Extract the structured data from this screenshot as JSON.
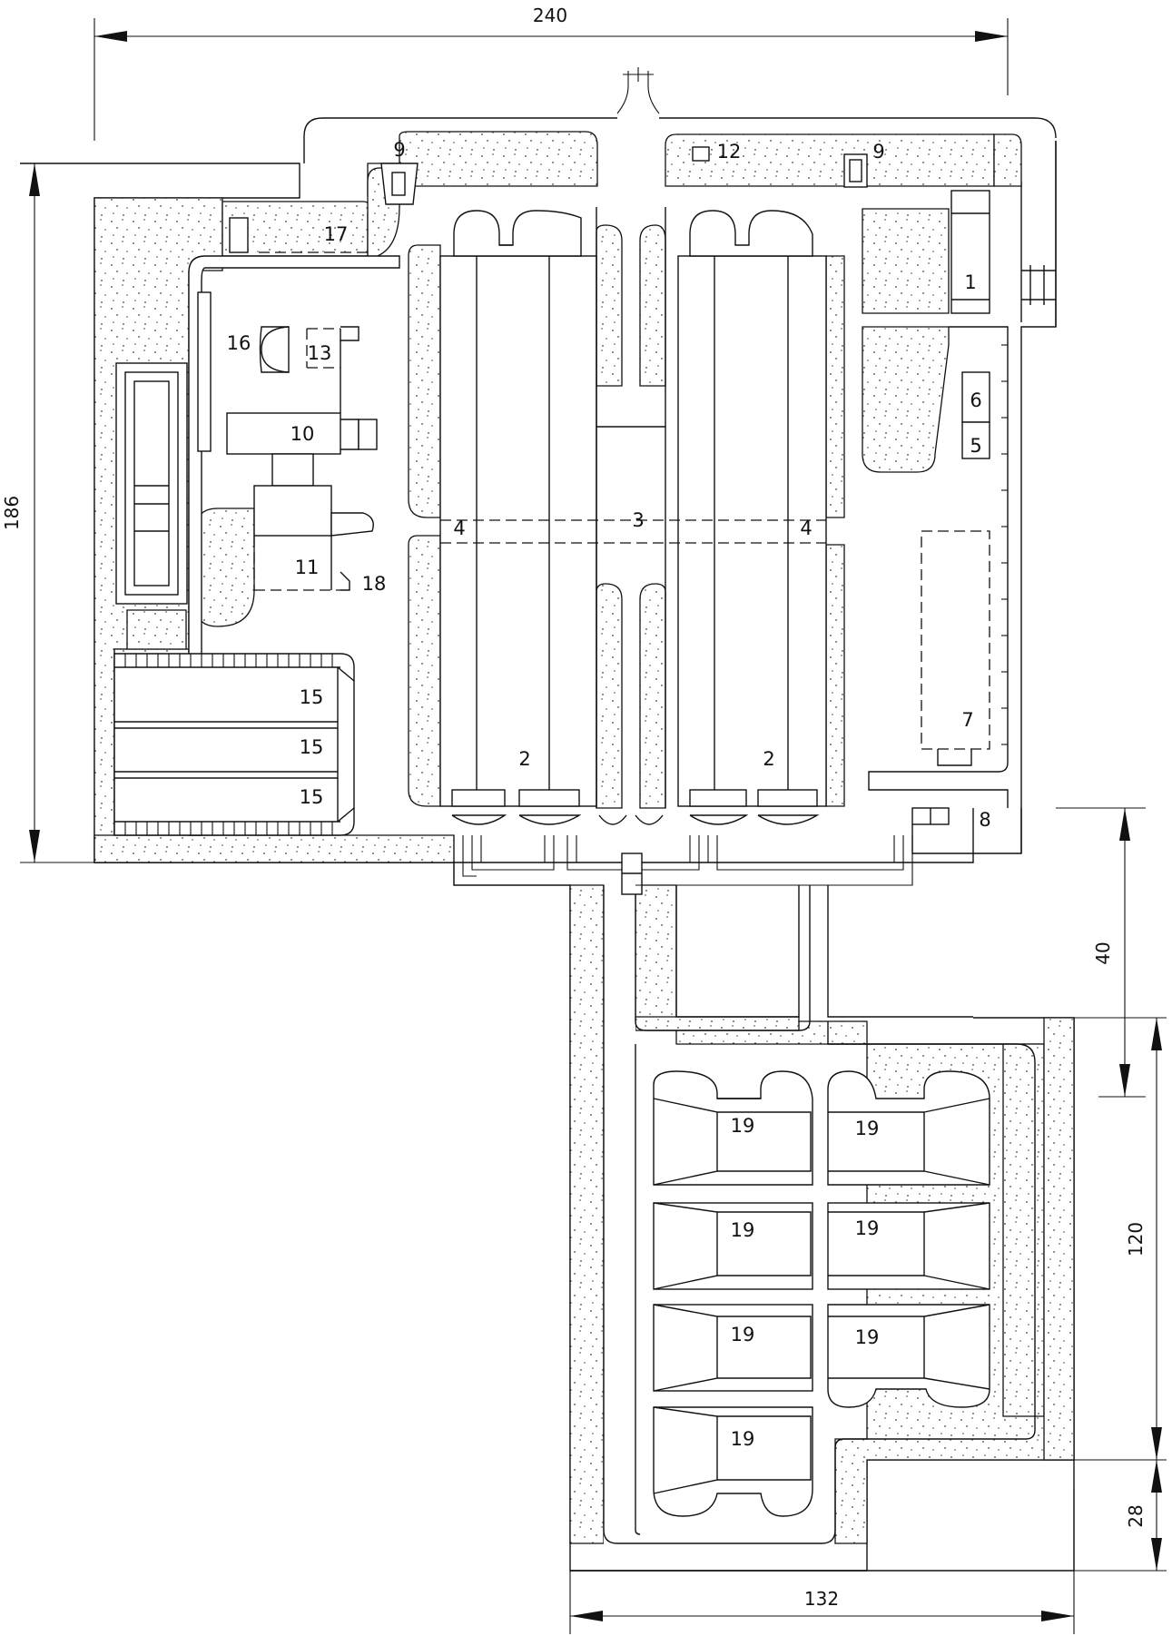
{
  "dimensions": {
    "top_width": "240",
    "left_height": "186",
    "right_upper": "40",
    "right_middle": "120",
    "right_lower": "28",
    "bottom_width": "132"
  },
  "labels": {
    "n1": "1",
    "n2": "2",
    "n3": "3",
    "n4": "4",
    "n5": "5",
    "n6": "6",
    "n7": "7",
    "n8": "8",
    "n9": "9",
    "n10": "10",
    "n11": "11",
    "n12": "12",
    "n13": "13",
    "n15": "15",
    "n16": "16",
    "n17": "17",
    "n18": "18",
    "n19": "19"
  }
}
